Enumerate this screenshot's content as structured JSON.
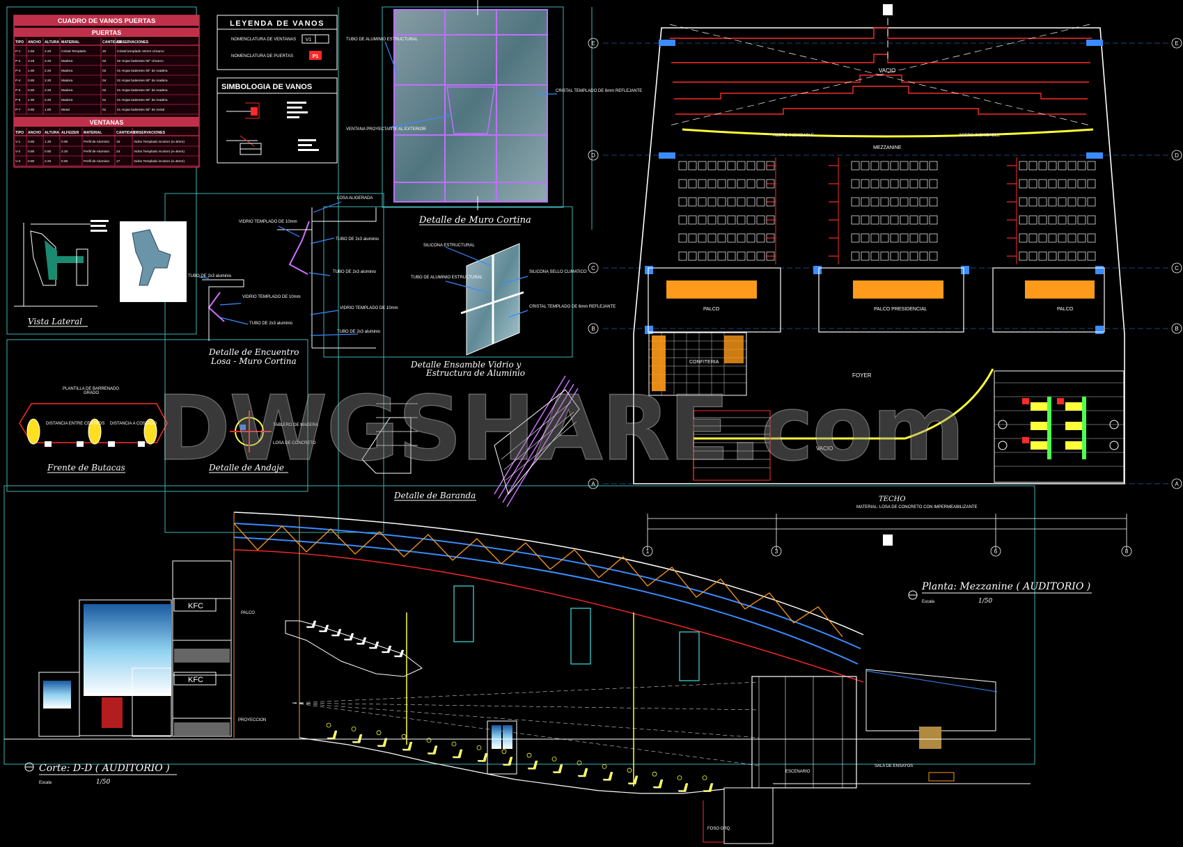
{
  "watermark": {
    "text": "DWGSHARE.com"
  },
  "doors_table": {
    "title": "CUADRO DE VANOS PUERTAS",
    "section": "PUERTAS",
    "headers": [
      "TIPO",
      "ANCHO",
      "ALTURA",
      "MATERIAL",
      "CANTIDAD",
      "OBSERVACIONES"
    ],
    "rows": [
      [
        "P-1",
        "1.50",
        "2.20",
        "Cristal Templado",
        "20",
        "Cristal templado 10mm c/marco"
      ],
      [
        "P-2",
        "2.25",
        "2.20",
        "Madera",
        "02",
        "02 Hojas batientes 90° c/marco"
      ],
      [
        "P-3",
        "1.80",
        "2.20",
        "Madera",
        "02",
        "01 Hojas batientes 90° de madera"
      ],
      [
        "P-4",
        "0.80",
        "2.20",
        "Madera",
        "04",
        "01 Hojas batientes 90° de madera"
      ],
      [
        "P-5",
        "0.90",
        "2.20",
        "Madera",
        "02",
        "01 Hojas batientes 90° de madera"
      ],
      [
        "P-6",
        "1.90",
        "2.20",
        "Madera",
        "01",
        "01 Hojas batientes 90° de madera"
      ],
      [
        "P-7",
        "0.90",
        "1.80",
        "Metal",
        "01",
        "01 Hojas batientes 90° de metal"
      ]
    ]
  },
  "windows_table": {
    "section": "VENTANAS",
    "headers": [
      "TIPO",
      "ANCHO",
      "ALTURA",
      "ALFEIZER",
      "MATERIAL",
      "CANTIDAD",
      "OBSERVACIONES"
    ],
    "rows": [
      [
        "V-1",
        "0.80",
        "1.30",
        "0.90",
        "Perfil de Aluminio",
        "16",
        "Vidrio Templado incoloro (e=8mm)"
      ],
      [
        "V-2",
        "0.80",
        "0.80",
        "2.20",
        "Perfil de Aluminio",
        "24",
        "Vidrio Templado incoloro (e=8mm)"
      ],
      [
        "V-3",
        "0.80",
        "2.20",
        "0.90",
        "Perfil de Aluminio",
        "17",
        "Vidrio Templado incoloro (e=8mm)"
      ]
    ]
  },
  "legend": {
    "title": "LEYENDA DE VANOS",
    "windows_label": "NOMENCLATURA DE VENTANAS",
    "doors_label": "NOMENCLATURA DE PUERTAS",
    "win_tag": "V1",
    "door_tag": "P1"
  },
  "symbology": {
    "title": "SIMBOLOGIA DE VANOS"
  },
  "titles": {
    "curtain_wall": "Detalle de Muro Cortina",
    "lateral_view": "Vista Lateral",
    "slab_joint_1": "Detalle de Encuentro",
    "slab_joint_2": "Losa - Muro Cortina",
    "glass_assembly_1": "Detalle Ensamble Vidrio y",
    "glass_assembly_2": "Estructura de Aluminio",
    "seat_front": "Frente de Butacas",
    "step_detail": "Detalle de Andaje",
    "railing": "Detalle de Baranda",
    "plan": "Planta: Mezzanine ( AUDITORIO )",
    "section": "Corte: D-D ( AUDITORIO )",
    "scale_label": "Escala",
    "scale_value": "1/50"
  },
  "annotations": {
    "tubo_estructural": "TUBO DE ALUMINIO ESTRUCTURAL",
    "cristal_reflejante": "CRISTAL TEMPLADO DE 6mm REFLEJANTE",
    "ventana_proyectante": "VENTANA PROYECTANTE AL EXTERIOR",
    "losa_aligerada": "LOSA ALIGERADA",
    "vidrio_templado": "VIDRIO TEMPLADO DE 10mm",
    "tubo_2x3": "TUBO DE 2x3 aluminio",
    "silicona": "SILICONA ESTRUCTURAL",
    "sello_climatico": "SILICONA SELLO CLIMATICO",
    "plantilla": "PLANTILLA DE BARRENADO",
    "grado": "GRADO",
    "distancia_centros": "DISTANCIA ENTRE CENTROS",
    "distancia_costado": "DISTANCIA A COSTADO",
    "tablero_madera": "TABLERO DE MADERA",
    "losa_concreto": "LOSA DE CONCRETO",
    "techo_1": "TECHO",
    "techo_2": "MATERIAL: LOSA DE CONCRETO CON IMPERMEABILIZANTE"
  },
  "plan": {
    "vacio": "VACIO",
    "mezzanine": "MEZZANINE",
    "palco": "PALCO",
    "palco_presidencial": "PALCO PRESIDENCIAL",
    "confiteria": "CONFITERIA",
    "foyer": "FOYER",
    "acero": "ACERO INOXIDABLE",
    "grid_rows": [
      "E",
      "D",
      "C",
      "B",
      "A"
    ],
    "grid_cols": [
      "1",
      "3",
      "6",
      "8"
    ]
  },
  "section": {
    "palco": "PALCO",
    "proyeccion": "PROYECCION",
    "escenario": "ESCENARIO",
    "sala": "SALA DE ENSAYOS",
    "kfc": "KFC",
    "foso": "FOSO ORQ."
  },
  "colors": {
    "cyan": "#3fd0d0",
    "red": "#ff2a2a",
    "yellow": "#ffff3a",
    "blue": "#3a8cff",
    "orange": "#ff9a1a",
    "magenta": "#d070ff",
    "green": "#50ff50",
    "white": "#ffffff"
  }
}
